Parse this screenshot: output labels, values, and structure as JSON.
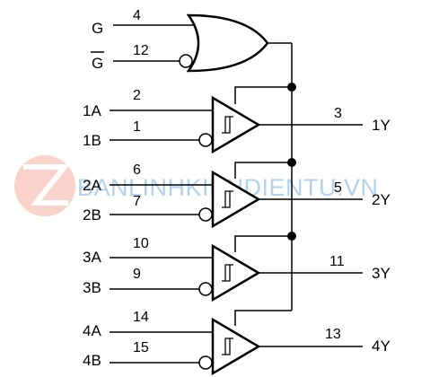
{
  "control": {
    "inputs": [
      {
        "label": "G",
        "pin": "4",
        "overbar": false
      },
      {
        "label": "G",
        "pin": "12",
        "overbar": true
      }
    ]
  },
  "buffers": [
    {
      "a_label": "1A",
      "a_pin": "2",
      "b_label": "1B",
      "b_pin": "1",
      "out_pin": "3",
      "out_label": "1Y"
    },
    {
      "a_label": "2A",
      "a_pin": "6",
      "b_label": "2B",
      "b_pin": "7",
      "out_pin": "5",
      "out_label": "2Y"
    },
    {
      "a_label": "3A",
      "a_pin": "10",
      "b_label": "3B",
      "b_pin": "9",
      "out_pin": "11",
      "out_label": "3Y"
    },
    {
      "a_label": "4A",
      "a_pin": "14",
      "b_label": "4B",
      "b_pin": "15",
      "out_pin": "13",
      "out_label": "4Y"
    }
  ],
  "watermark": {
    "text": "BANLINHKIENDIENTU.VN",
    "logo_color": "#f0a090",
    "text_color": "#9cc3e3"
  }
}
